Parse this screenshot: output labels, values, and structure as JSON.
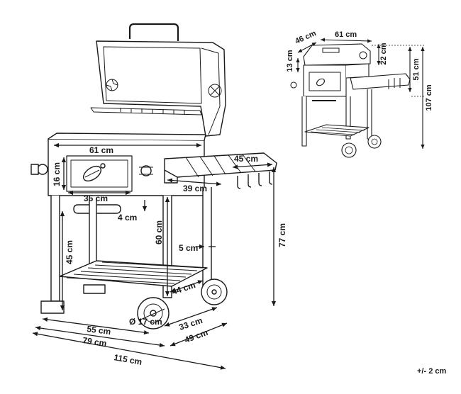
{
  "main_view": {
    "labels": {
      "grill_width": "61 cm",
      "firebox_height": "16 cm",
      "door_width": "35 cm",
      "side_table_width": "39 cm",
      "hook_bar": "45 cm",
      "shelf_gap": "4 cm",
      "leg_height": "60 cm",
      "handle_offset": "5 cm",
      "floor_to_box": "45 cm",
      "overall_height": "77 cm",
      "shelf_depth": "44 cm",
      "wheel_diameter": "Ø 17 cm",
      "base_width": "55 cm",
      "body_width": "79 cm",
      "wheel_span": "33 cm",
      "overall_depth": "49 cm",
      "overall_width": "115 cm"
    }
  },
  "small_view": {
    "labels": {
      "lid_depth": "46 cm",
      "lid_width": "61 cm",
      "lid_height": "22 cm",
      "vent_height": "13 cm",
      "table_height": "51 cm",
      "total_height": "107 cm"
    }
  },
  "tolerance": "+/- 2 cm",
  "colors": {
    "line": "#1a1a1a",
    "fill": "#ffffff",
    "shade": "#d9d9d9"
  }
}
